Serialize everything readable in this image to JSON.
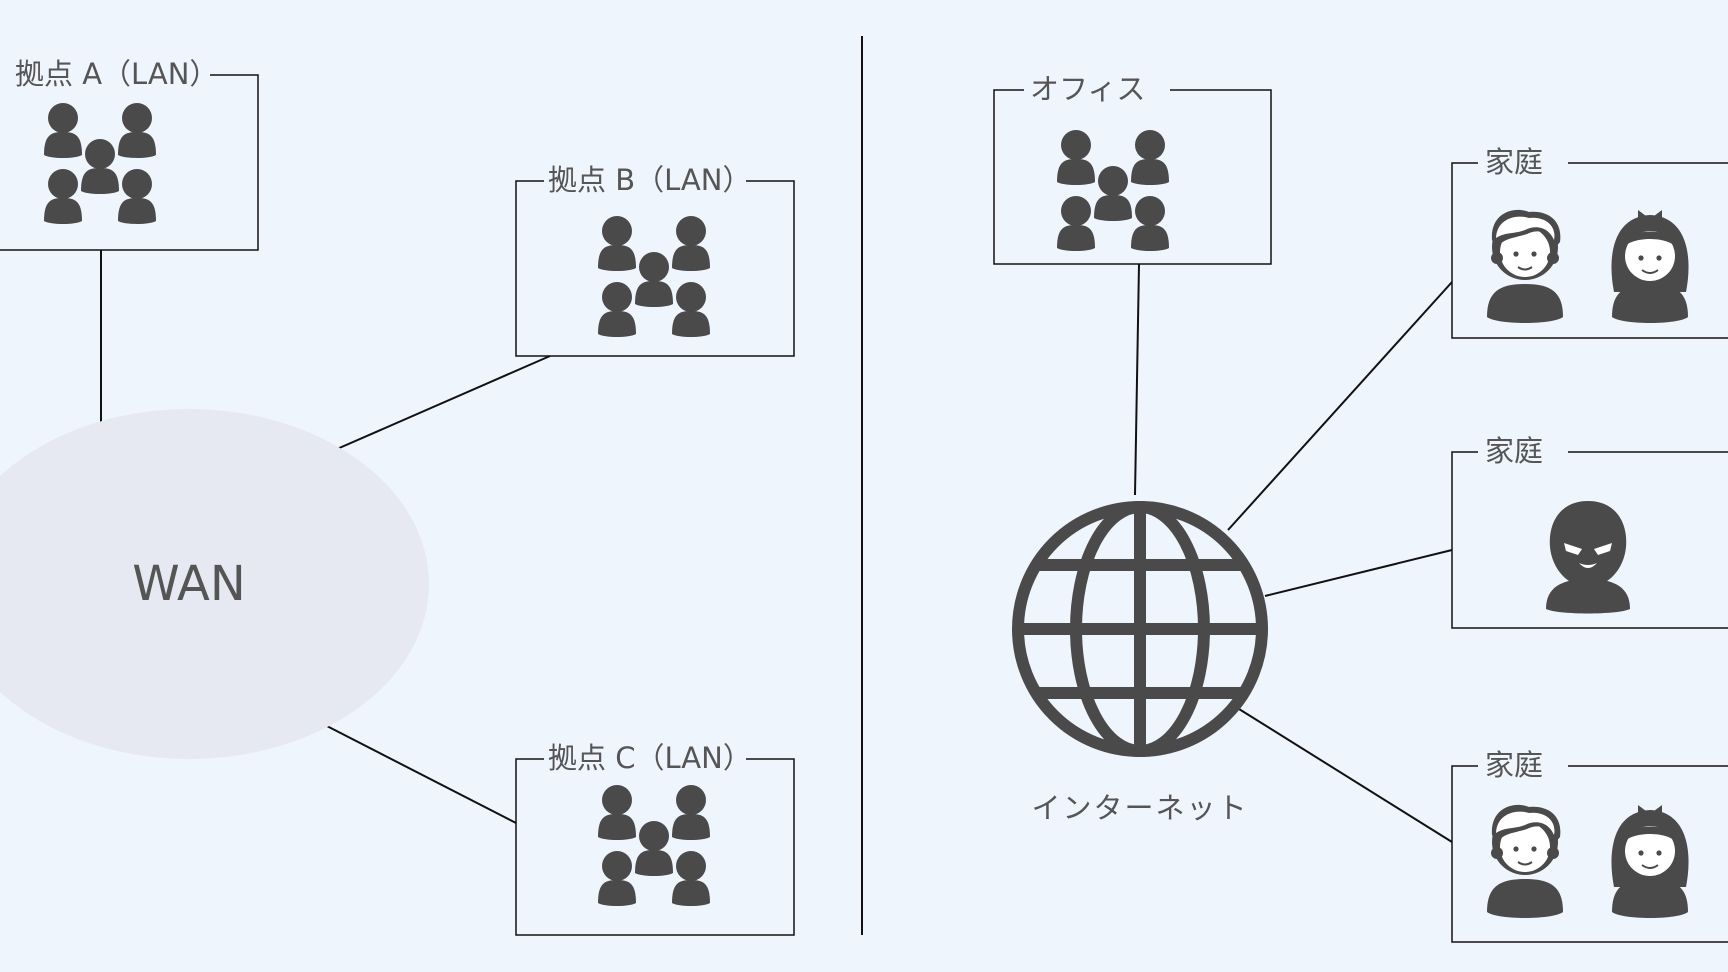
{
  "left": {
    "wan_label": "WAN",
    "sites": [
      {
        "label": "拠点 A（LAN）"
      },
      {
        "label": "拠点 B（LAN）"
      },
      {
        "label": "拠点 C（LAN）"
      }
    ]
  },
  "right": {
    "office_label": "オフィス",
    "internet_label": "インターネット",
    "homes": [
      {
        "label": "家庭",
        "icons": [
          "man-icon",
          "woman-icon"
        ]
      },
      {
        "label": "家庭",
        "icons": [
          "masked-intruder-icon"
        ]
      },
      {
        "label": "家庭",
        "icons": [
          "man-icon",
          "woman-icon"
        ]
      }
    ]
  },
  "colors": {
    "background": "#eef5fd",
    "cloud": "#e6e9f1",
    "icon": "#4a4a4a",
    "line": "#111111",
    "text": "#555555"
  }
}
